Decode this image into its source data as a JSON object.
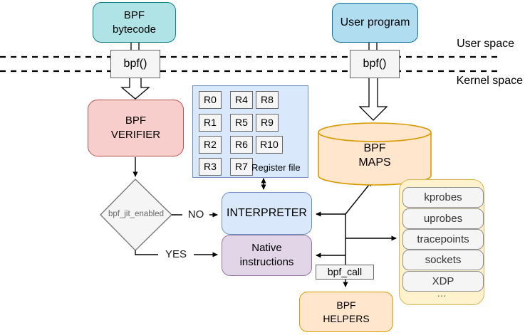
{
  "palette": {
    "teal_fill": "#b0e3e6",
    "teal_stroke": "#0e8088",
    "blue_fill": "#b1ddf0",
    "blue_stroke": "#10739e",
    "light_blue_fill": "#dae8fc",
    "light_blue_stroke": "#6c8ebf",
    "red_fill": "#f8cecc",
    "red_stroke": "#b85450",
    "purple_fill": "#e1d5e7",
    "purple_stroke": "#9673a6",
    "orange_fill": "#ffe6cc",
    "orange_stroke": "#d79b00",
    "yellow_fill": "#fff2cc",
    "yellow_stroke": "#d6b656",
    "gray_fill": "#f5f5f5",
    "gray_stroke": "#666666"
  },
  "regions": {
    "user_space": "User space",
    "kernel_space": "Kernel space"
  },
  "nodes": {
    "bpf_bytecode": {
      "line1": "BPF",
      "line2": "bytecode"
    },
    "user_program": {
      "label": "User program"
    },
    "bpf_syscall_left": {
      "label": "bpf()"
    },
    "bpf_syscall_right": {
      "label": "bpf()"
    },
    "bpf_verifier": {
      "line1": "BPF",
      "line2": "VERIFIER"
    },
    "register_file": {
      "caption": "Register file",
      "registers": [
        "R0",
        "R1",
        "R2",
        "R3",
        "R4",
        "R5",
        "R6",
        "R7",
        "R8",
        "R9",
        "R10"
      ]
    },
    "jit_decision": {
      "label": "bpf_jit_enabled",
      "no_label": "NO",
      "yes_label": "YES"
    },
    "interpreter": {
      "label": "INTERPRETER"
    },
    "native_instructions": {
      "line1": "Native",
      "line2": "instructions"
    },
    "bpf_maps": {
      "line1": "BPF",
      "line2": "MAPS"
    },
    "bpf_call": {
      "label": "bpf_call"
    },
    "bpf_helpers": {
      "line1": "BPF",
      "line2": "HELPERS"
    },
    "hooks": {
      "items": [
        "kprobes",
        "uprobes",
        "tracepoints",
        "sockets",
        "XDP",
        "..."
      ]
    }
  }
}
